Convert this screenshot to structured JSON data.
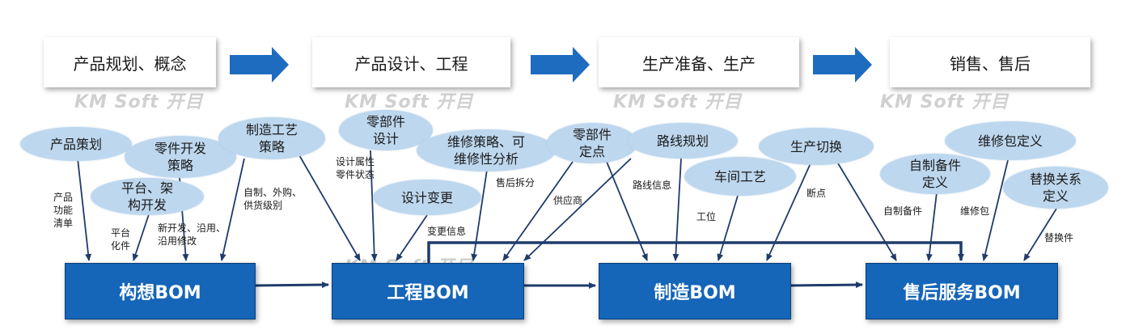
{
  "colors": {
    "bom_blue": "#1565b8",
    "oval_blue": "#bdd7ee",
    "arrow_blue": "#1565b8",
    "line_navy": "#1f3b6b"
  },
  "phases": [
    "产品规划、概念",
    "产品设计、工程",
    "生产准备、生产",
    "销售、售后"
  ],
  "boms": [
    "构想BOM",
    "工程BOM",
    "制造BOM",
    "售后服务BOM"
  ],
  "ovals": {
    "product_planning": "产品策划",
    "parts_development_strategy": "零件开发\n策略",
    "platform_architecture": "平台、架\n构开发",
    "manufacturing_strategy": "制造工艺\n策略",
    "parts_design": "零部件\n设计",
    "design_change": "设计变更",
    "maintenance_strategy": "维修策略、可\n维修性分析",
    "parts_locating": "零部件\n定点",
    "routing_planning": "路线规划",
    "workshop_process": "车间工艺",
    "production_switch": "生产切换",
    "self_made_spare_parts": "自制备件\n定义",
    "repair_kit_definition": "维修包定义",
    "replacement_relationship": "替换关系\n定义"
  },
  "labels": {
    "product_function_list": "产品\n功能\n清单",
    "platform_modularization": "平台\n化件",
    "new_development_reuse": "新开发、沿用、\n沿用修改",
    "make_buy_supply": "自制、外购、\n供货级别",
    "design_attribute_state": "设计属性\n零件状态",
    "after_sales_split": "售后拆分",
    "supplier": "供应商",
    "change_info": "变更信息",
    "routing_info": "路线信息",
    "station": "工位",
    "breakpoint": "断点",
    "self_made_spares": "自制备件",
    "repair_kit": "维修包",
    "replacement_part": "替换件"
  },
  "watermark": "Soft"
}
